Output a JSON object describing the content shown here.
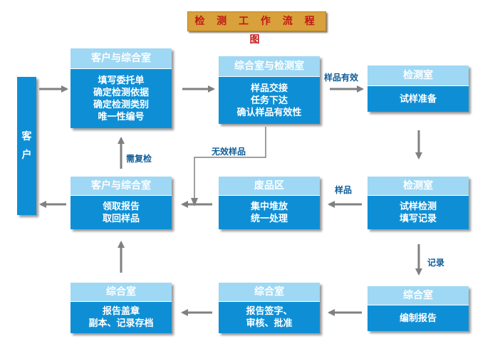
{
  "title": "检 测 工 作 流 程 图",
  "customer": {
    "chars": [
      "客",
      "户"
    ]
  },
  "boxes": {
    "b1": {
      "header": "客户与综合室",
      "lines": [
        "填写委托单",
        "确定检测依据",
        "确定检测类别",
        "唯一性编号"
      ]
    },
    "b2": {
      "header": "综合室与检测室",
      "lines": [
        "样品交接",
        "任务下达",
        "确认样品有效性"
      ]
    },
    "b3": {
      "header": "检测室",
      "lines": [
        "试样准备"
      ]
    },
    "b4": {
      "header": "客户与综合室",
      "lines": [
        "领取报告",
        "取回样品"
      ]
    },
    "b5": {
      "header": "废品区",
      "lines": [
        "集中堆放",
        "统一处理"
      ]
    },
    "b6": {
      "header": "检测室",
      "lines": [
        "试样检测",
        "填写记录"
      ]
    },
    "b7": {
      "header": "综合室",
      "lines": [
        "报告盖章",
        "副本、记录存档"
      ]
    },
    "b8": {
      "header": "综合室",
      "lines": [
        "报告签字、",
        "审核、批准"
      ]
    },
    "b9": {
      "header": "综合室",
      "lines": [
        "编制报告"
      ]
    }
  },
  "labels": {
    "valid_sample": "样品有效",
    "invalid_sample": "无效样品",
    "recheck": "需复检",
    "sample": "样品",
    "record": "记录"
  },
  "colors": {
    "header": "#9fd8f4",
    "body": "#0e8fd5",
    "arrow": "#808080",
    "title_bg": "#d9a13b",
    "title_text": "#c01818"
  }
}
